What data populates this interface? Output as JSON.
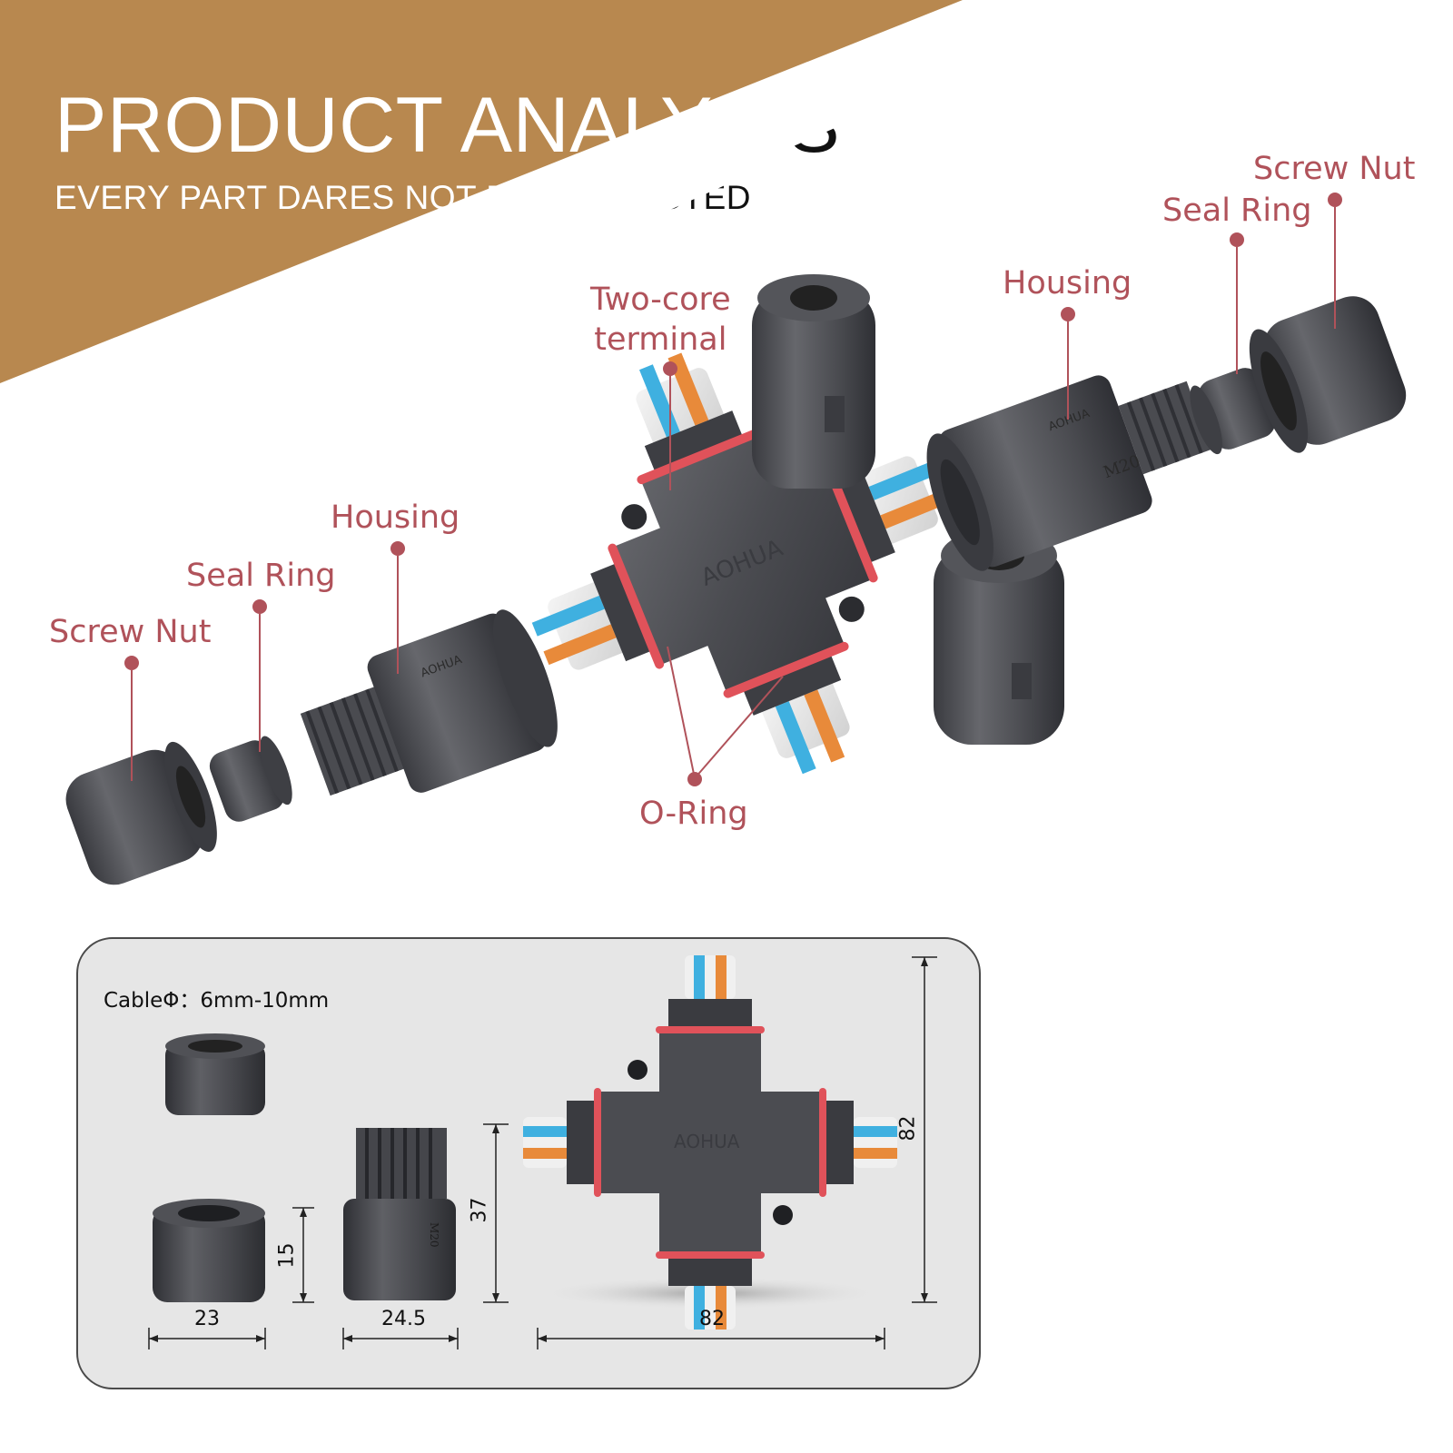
{
  "header": {
    "title_part1": "PRODUCT AN",
    "title_part2": "ALYSIS",
    "title_full": "PRODUCT ANALYSIS",
    "subtitle": "EVERY PART DARES NOT BE NEGLECTED"
  },
  "colors": {
    "banner": "#b8884f",
    "callout": "#b0525a",
    "part_body": "#4f5054",
    "o_ring": "#e0525a",
    "wire_blue": "#3fb0e0",
    "wire_orange": "#e88a3a",
    "panel_bg": "#e6e6e6"
  },
  "callouts": {
    "left_screw_nut": "Screw Nut",
    "left_seal_ring": "Seal Ring",
    "left_housing": "Housing",
    "two_core_line1": "Two-core",
    "two_core_line2": "terminal",
    "o_ring": "O-Ring",
    "right_housing": "Housing",
    "right_seal_ring": "Seal Ring",
    "right_screw_nut": "Screw Nut"
  },
  "markings": {
    "brand": "AOHUA",
    "thread": "M20"
  },
  "dimensions": {
    "cable_spec": "CableΦ：6mm-10mm",
    "nut_width": "23",
    "nut_height": "15",
    "housing_width": "24.5",
    "housing_height": "37",
    "body_width": "82",
    "body_height": "82"
  }
}
